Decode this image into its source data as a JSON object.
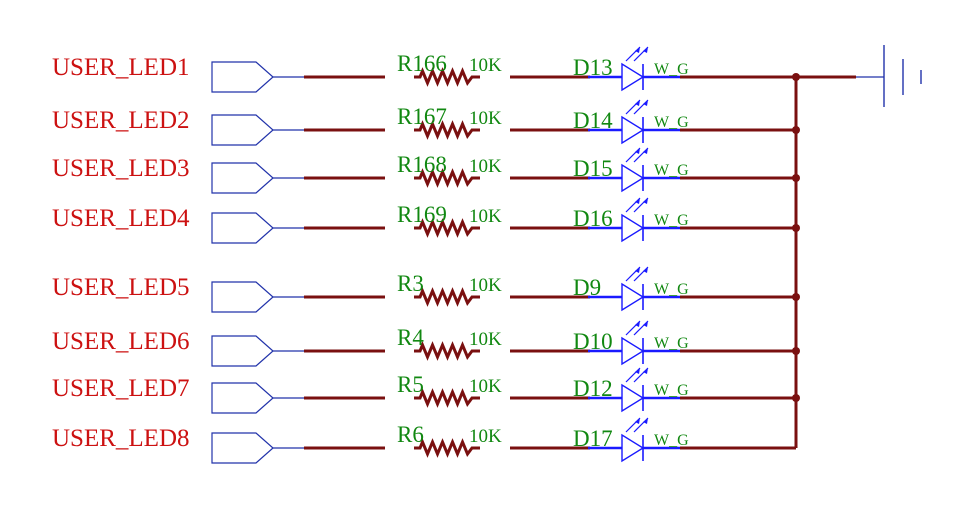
{
  "colors": {
    "net_label": "#cc1111",
    "port_outline": "#2233aa",
    "wire": "#7a1010",
    "component": "#1a1aff",
    "designator_text": "#118811",
    "ground_symbol": "#2233aa"
  },
  "channels": [
    {
      "net": "USER_LED1",
      "resistor": "R166",
      "resistor_value": "10K",
      "led": "D13",
      "led_part": "W_G"
    },
    {
      "net": "USER_LED2",
      "resistor": "R167",
      "resistor_value": "10K",
      "led": "D14",
      "led_part": "W_G"
    },
    {
      "net": "USER_LED3",
      "resistor": "R168",
      "resistor_value": "10K",
      "led": "D15",
      "led_part": "W_G"
    },
    {
      "net": "USER_LED4",
      "resistor": "R169",
      "resistor_value": "10K",
      "led": "D16",
      "led_part": "W_G"
    },
    {
      "net": "USER_LED5",
      "resistor": "R3",
      "resistor_value": "10K",
      "led": "D9",
      "led_part": "W_G"
    },
    {
      "net": "USER_LED6",
      "resistor": "R4",
      "resistor_value": "10K",
      "led": "D10",
      "led_part": "W_G"
    },
    {
      "net": "USER_LED7",
      "resistor": "R5",
      "resistor_value": "10K",
      "led": "D12",
      "led_part": "W_G"
    },
    {
      "net": "USER_LED8",
      "resistor": "R6",
      "resistor_value": "10K",
      "led": "D17",
      "led_part": "W_G"
    }
  ],
  "icons": {
    "port": "net-port-icon",
    "resistor": "resistor-icon",
    "led": "led-icon",
    "ground": "ground-icon",
    "junction": "junction-dot-icon"
  }
}
